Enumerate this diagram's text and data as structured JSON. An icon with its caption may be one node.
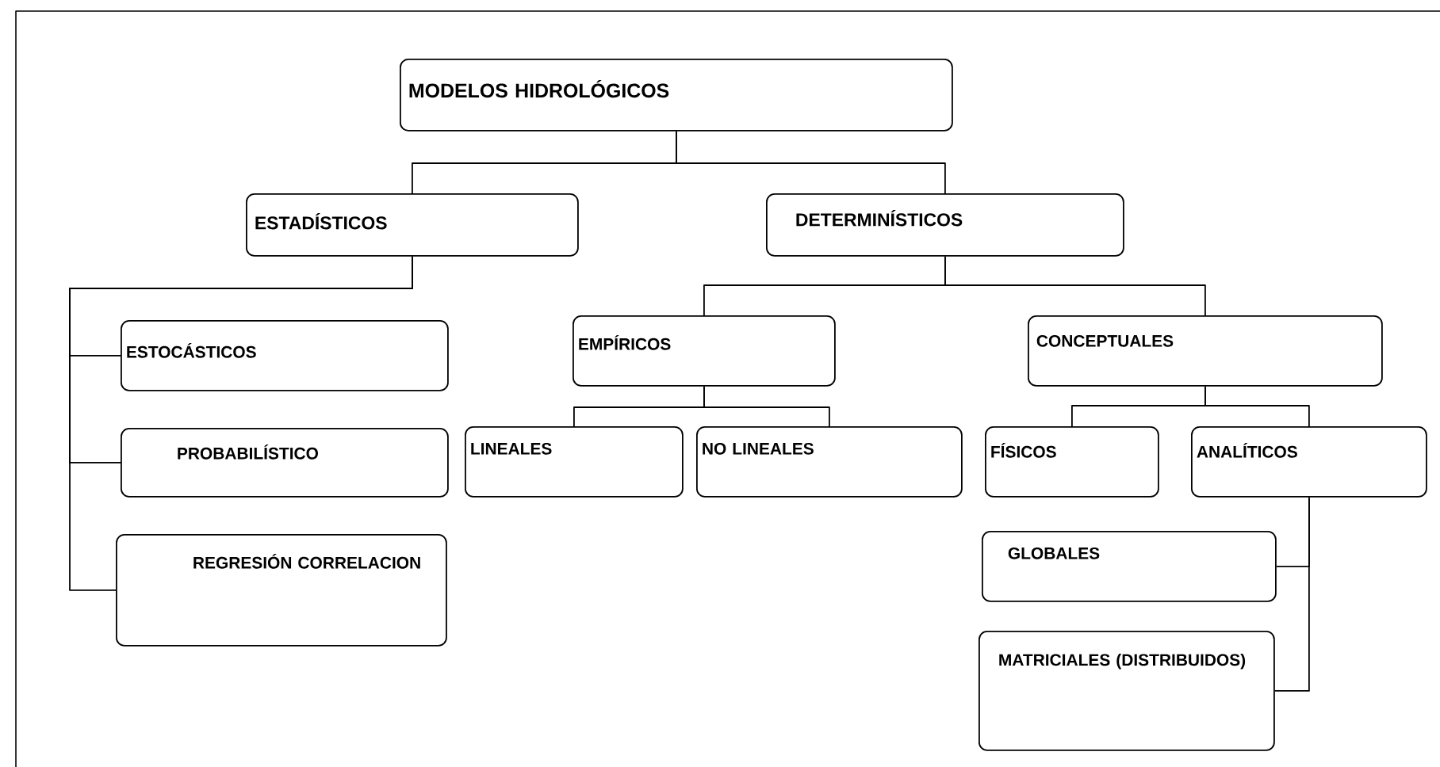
{
  "diagram": {
    "nodes": [
      {
        "text": [
          "MODELOS HIDROLÓGICOS"
        ]
      },
      {
        "text": [
          "ESTADÍSTICOS"
        ]
      },
      {
        "text": [
          "DETERMINÍSTICOS"
        ]
      },
      {
        "text": [
          "ESTOCÁSTICOS"
        ]
      },
      {
        "text": [
          "PROBABILÍSTICO"
        ]
      },
      {
        "text": [
          "REGRESIÓN CORRELACION"
        ]
      },
      {
        "text": [
          "EMPÍRICOS"
        ]
      },
      {
        "text": [
          "CONCEPTUALES"
        ]
      },
      {
        "text": [
          "LINEALES"
        ]
      },
      {
        "text": [
          "NO LINEALES"
        ]
      },
      {
        "text": [
          "FÍSICOS"
        ]
      },
      {
        "text": [
          "ANALÍTICOS"
        ]
      },
      {
        "text": [
          "GLOBALES"
        ]
      },
      {
        "text": [
          "MATRICIALES (DISTRIBUIDOS)"
        ]
      }
    ],
    "edges": [
      {
        "from": 0,
        "to": 1,
        "arrow": "none"
      },
      {
        "from": 0,
        "to": 2,
        "arrow": "none"
      },
      {
        "from": 1,
        "to": 3,
        "arrow": "none"
      },
      {
        "from": 1,
        "to": 4,
        "arrow": "none"
      },
      {
        "from": 1,
        "to": 5,
        "arrow": "none"
      },
      {
        "from": 2,
        "to": 6,
        "arrow": "none"
      },
      {
        "from": 2,
        "to": 7,
        "arrow": "none"
      },
      {
        "from": 6,
        "to": 8,
        "arrow": "none"
      },
      {
        "from": 6,
        "to": 9,
        "arrow": "none"
      },
      {
        "from": 7,
        "to": 10,
        "arrow": "none"
      },
      {
        "from": 7,
        "to": 11,
        "arrow": "none"
      },
      {
        "from": 11,
        "to": 12,
        "arrow": "none"
      },
      {
        "from": 11,
        "to": 13,
        "arrow": "none"
      }
    ]
  }
}
